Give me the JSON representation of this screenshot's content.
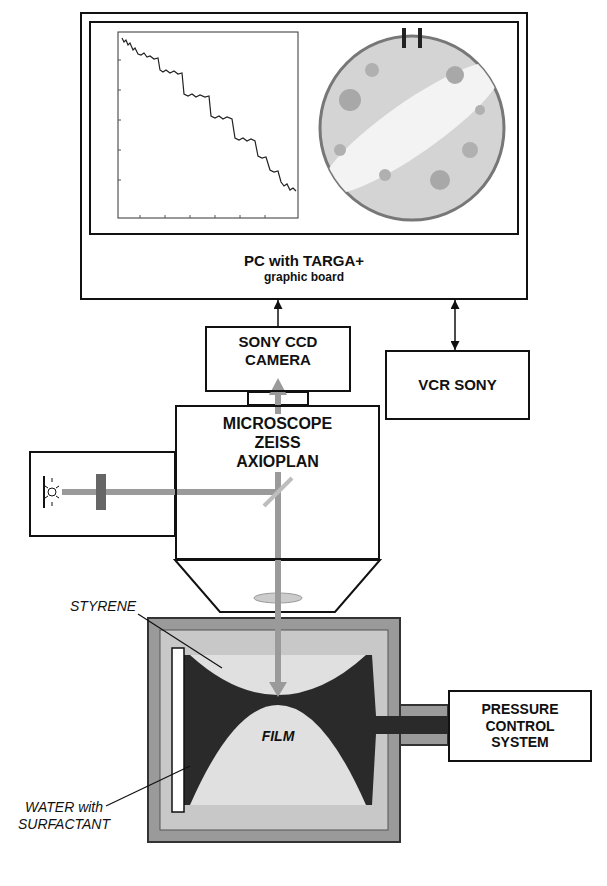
{
  "diagram": {
    "nodes": [
      {
        "text": [
          "PC with TARGA+",
          "graphic board"
        ]
      },
      {
        "text": [
          "SONY CCD CAMERA"
        ]
      },
      {
        "text": [
          "VCR SONY"
        ]
      },
      {
        "text": [
          "MICROSCOPE ZEISS AXIOPLAN"
        ]
      },
      {
        "text": [
          "PRESSURE CONTROL SYSTEM"
        ]
      }
    ],
    "edges": [
      {
        "from": 1,
        "to": 0,
        "arrow": "to"
      },
      {
        "from": 0,
        "to": 2,
        "arrow": "both"
      }
    ],
    "labels": [
      "STYRENE",
      "WATER with SURFACTANT",
      "FILM"
    ]
  }
}
